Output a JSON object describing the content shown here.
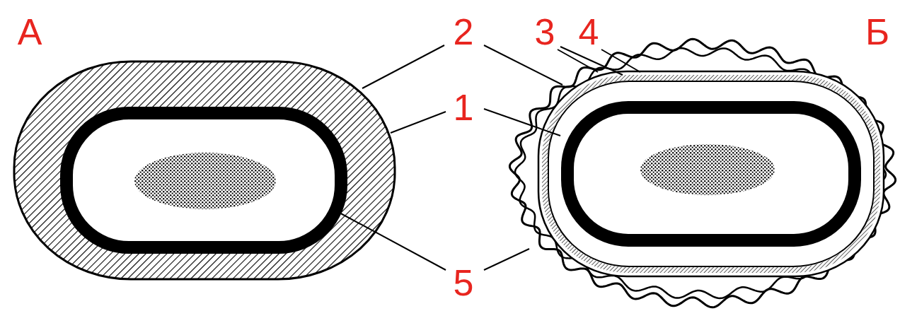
{
  "diagram": {
    "labels": [
      "А",
      "2",
      "3",
      "4",
      "Б",
      "1",
      "5"
    ]
  }
}
